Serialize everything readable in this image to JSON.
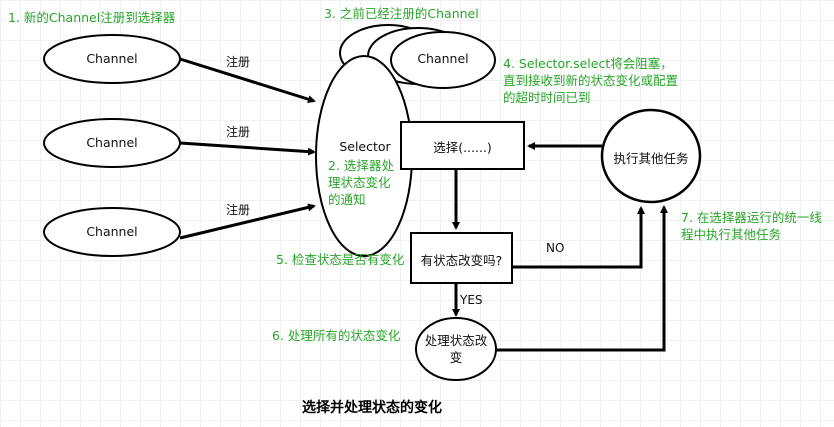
{
  "notes": {
    "n1": "1. 新的Channel注册到选择器",
    "n2": "2. 选择器处理状态变化的通知",
    "n3": "3. 之前已经注册的Channel",
    "n4": "4. Selector.select将会阻塞，直到接收到新的状态变化或配置的超时时间已到",
    "n5": "5. 检查状态是否有变化",
    "n6": "6. 处理所有的状态变化",
    "n7": "7. 在选择器运行的统一线程中执行其他任务"
  },
  "nodes": {
    "channel_1": "Channel",
    "channel_2": "Channel",
    "channel_3": "Channel",
    "channel_registered": "Channel",
    "selector": "Selector",
    "select_box": "选择(......)",
    "decision": "有状态改变吗?",
    "process": "处理状态改变",
    "other_tasks": "执行其他任务"
  },
  "edge_labels": {
    "register_1": "注册",
    "register_2": "注册",
    "register_3": "注册",
    "no": "NO",
    "yes": "YES"
  },
  "title": "选择并处理状态的变化",
  "colors": {
    "note_text": "#2aa52a",
    "stroke": "#000000",
    "grid": "#eef1f3"
  }
}
